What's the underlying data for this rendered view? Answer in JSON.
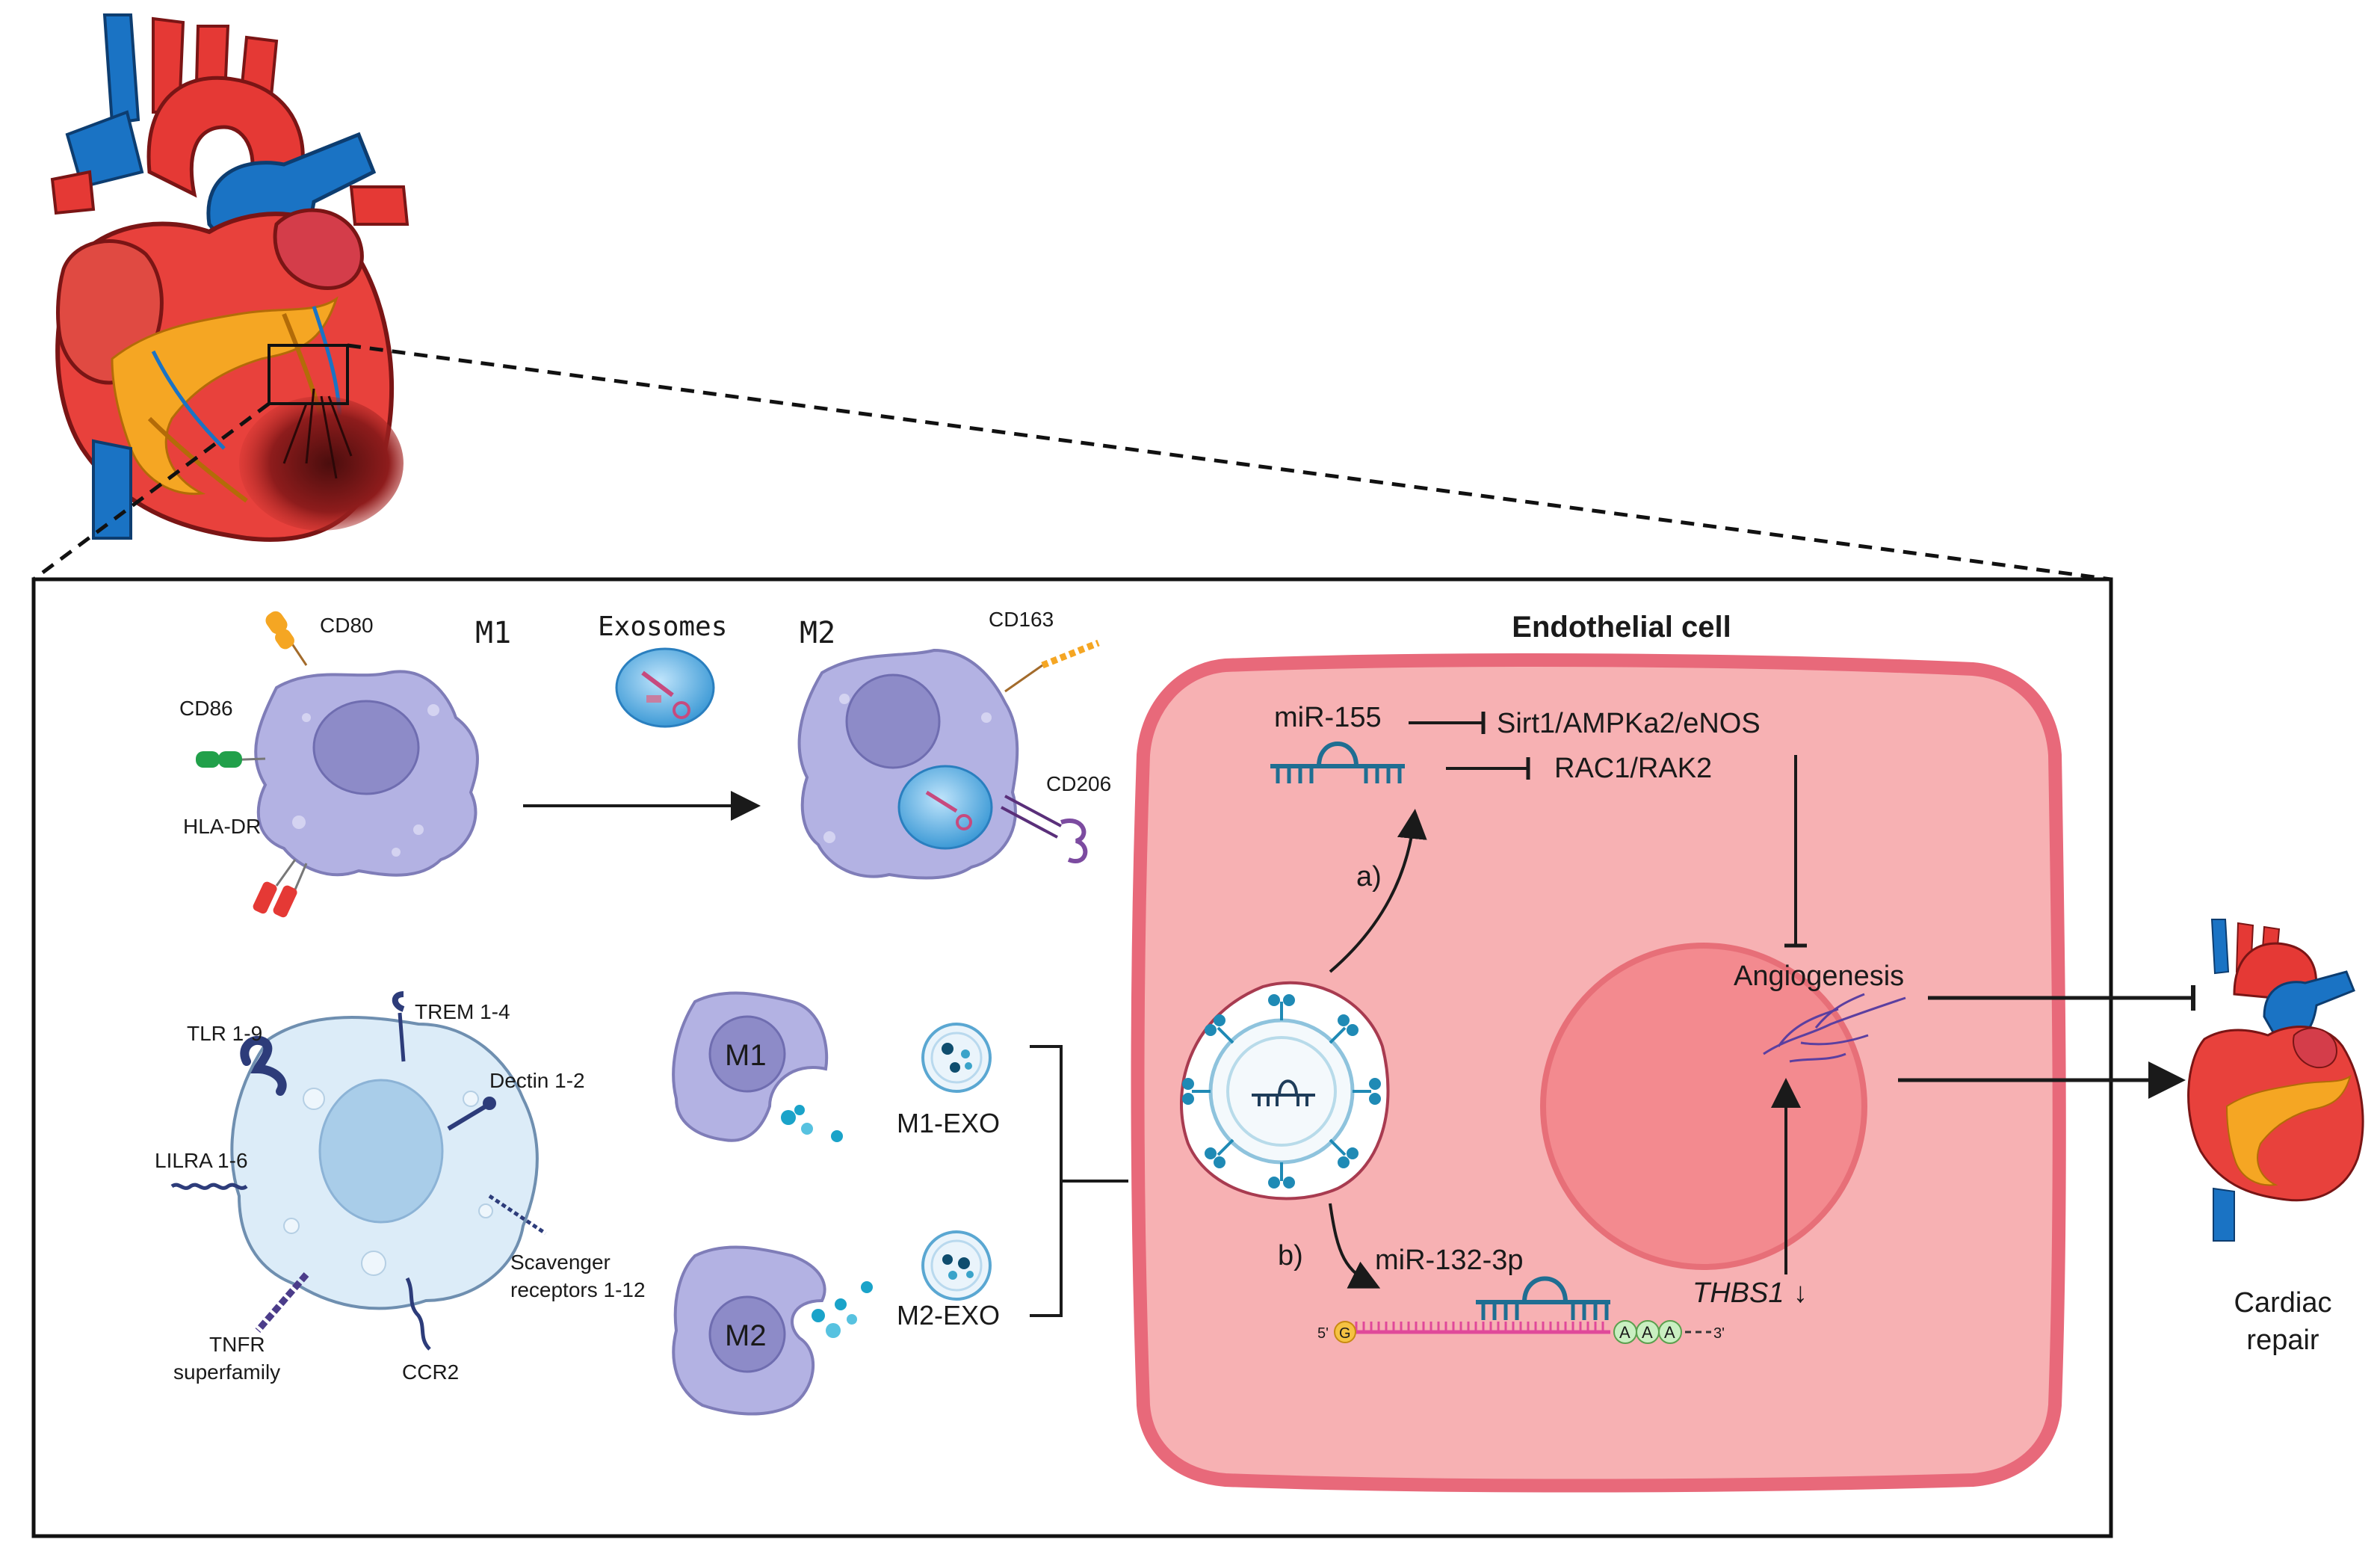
{
  "labels": {
    "m1_title": "M1",
    "m2_title": "M2",
    "exosomes": "Exosomes",
    "endothelial_cell": "Endothelial cell",
    "cd80": "CD80",
    "cd86": "CD86",
    "hla_dr": "HLA-DR",
    "cd163": "CD163",
    "cd206": "CD206",
    "tlr": "TLR 1-9",
    "trem": "TREM 1-4",
    "dectin": "Dectin 1-2",
    "lilra": "LILRA 1-6",
    "scavenger_1": "Scavenger",
    "scavenger_2": "receptors 1-12",
    "tnfr_1": "TNFR",
    "tnfr_2": "superfamily",
    "ccr2": "CCR2",
    "m1_badge": "M1",
    "m2_badge": "M2",
    "m1_exo": "M1-EXO",
    "m2_exo": "M2-EXO",
    "mir155": "miR-155",
    "sirt1": "Sirt1/AMPKa2/eNOS",
    "rac1": "RAC1/RAK2",
    "angiogenesis": "Angiogenesis",
    "path_a": "a)",
    "path_b": "b)",
    "mir132": "miR-132-3p",
    "thbs1": "THBS1",
    "thbs1_arrow": "↓",
    "five_prime": "5'",
    "three_prime": "3'",
    "g_letter": "G",
    "a_letter": "A",
    "cardiac_1": "Cardiac",
    "cardiac_2": "repair"
  },
  "colors": {
    "cell_fill": "#f7b1b3",
    "cell_border": "#e8697a",
    "nucleus_fill": "#f38a8f",
    "macrophage": "#b3b2e3",
    "macrophage_nucleus": "#8d8bc8",
    "monocyte": "#dcecf8",
    "monocyte_nucleus": "#a9cde9",
    "mirna": "#1f6e92",
    "exosome": "#48a8e0"
  },
  "icons": [
    "heart-icon",
    "small-heart-icon",
    "macrophage-icon",
    "monocyte-icon",
    "exosome-icon",
    "mirna-icon",
    "mrna-icon",
    "vessel-icon"
  ]
}
